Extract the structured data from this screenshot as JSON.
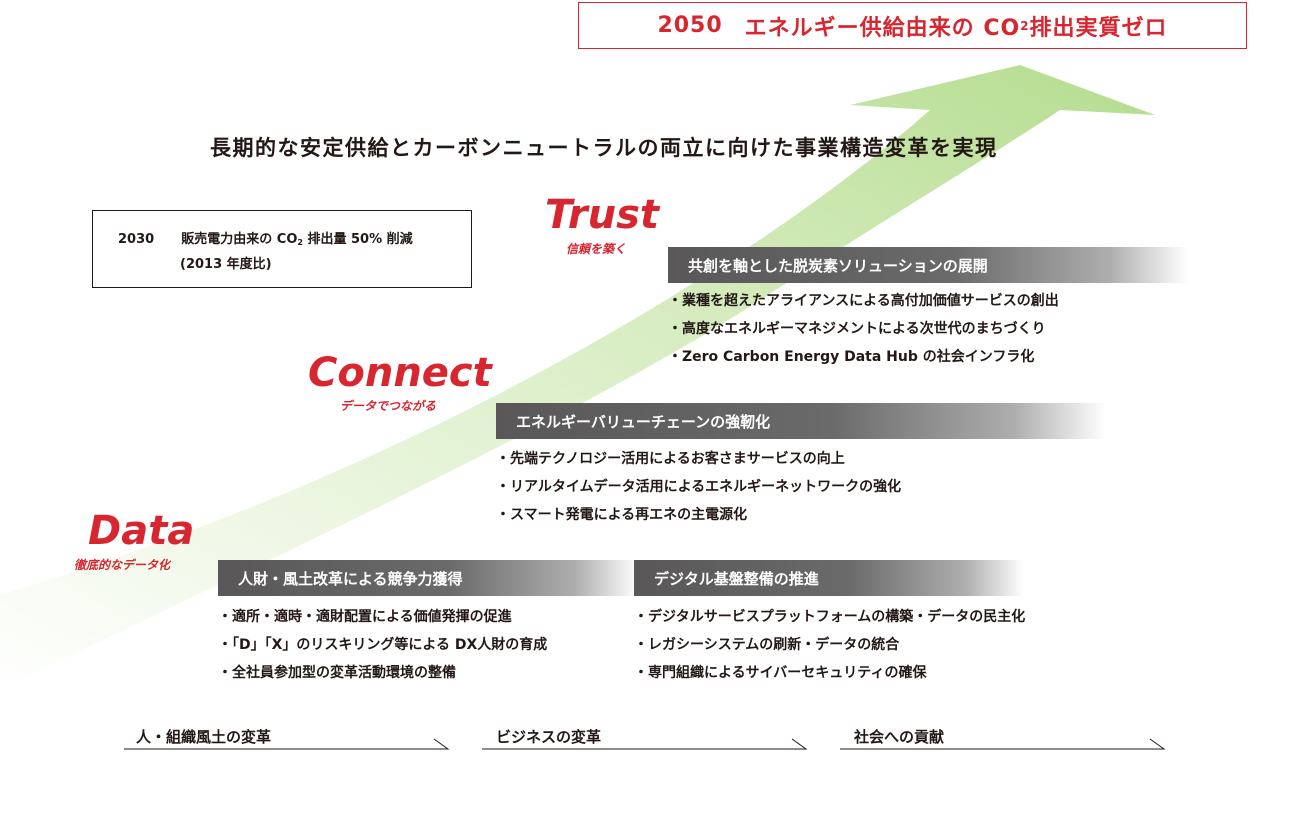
{
  "goal": {
    "year": "2050",
    "text_before": "エネルギー供給由来の CO",
    "sub": "2",
    "text_after": " 排出実質ゼロ"
  },
  "headline": "長期的な安定供給とカーボンニュートラルの両立に向けた事業構造変革を実現",
  "milestone": {
    "year": "2030",
    "text_before": "販売電力由来の CO",
    "sub": "2",
    "text_after": " 排出量 50% 削減",
    "note": "(2013 年度比)"
  },
  "stages": {
    "trust": {
      "title": "Trust",
      "subtitle": "信頼を築く",
      "band": "共創を軸とした脱炭素ソリューションの展開",
      "bullets": [
        "業種を超えたアライアンスによる高付加価値サービスの創出",
        "高度なエネルギーマネジメントによる次世代のまちづくり",
        "Zero Carbon Energy Data Hub の社会インフラ化"
      ]
    },
    "connect": {
      "title": "Connect",
      "subtitle": "データでつながる",
      "band": "エネルギーバリューチェーンの強靭化",
      "bullets": [
        "先端テクノロジー活用によるお客さまサービスの向上",
        "リアルタイムデータ活用によるエネルギーネットワークの強化",
        "スマート発電による再エネの主電源化"
      ]
    },
    "data": {
      "title": "Data",
      "subtitle": "徹底的なデータ化",
      "band_left": "人財・風土改革による競争力獲得",
      "bullets_left": [
        "適所・適時・適財配置による価値発揮の促進",
        "「D」「X」のリスキリング等による DX人財の育成",
        "全社員参加型の変革活動環境の整備"
      ],
      "band_right": "デジタル基盤整備の推進",
      "bullets_right": [
        "デジタルサービスプラットフォームの構築・データの民主化",
        "レガシーシステムの刷新・データの統合",
        "専門組織によるサイバーセキュリティの確保"
      ]
    }
  },
  "axis": [
    "人・組織風土の変革",
    "ビジネスの変革",
    "社会への貢献"
  ],
  "colors": {
    "accent_red": "#d7262f",
    "arrow_green": "#c6e4a8",
    "band_gray": "#595757"
  }
}
